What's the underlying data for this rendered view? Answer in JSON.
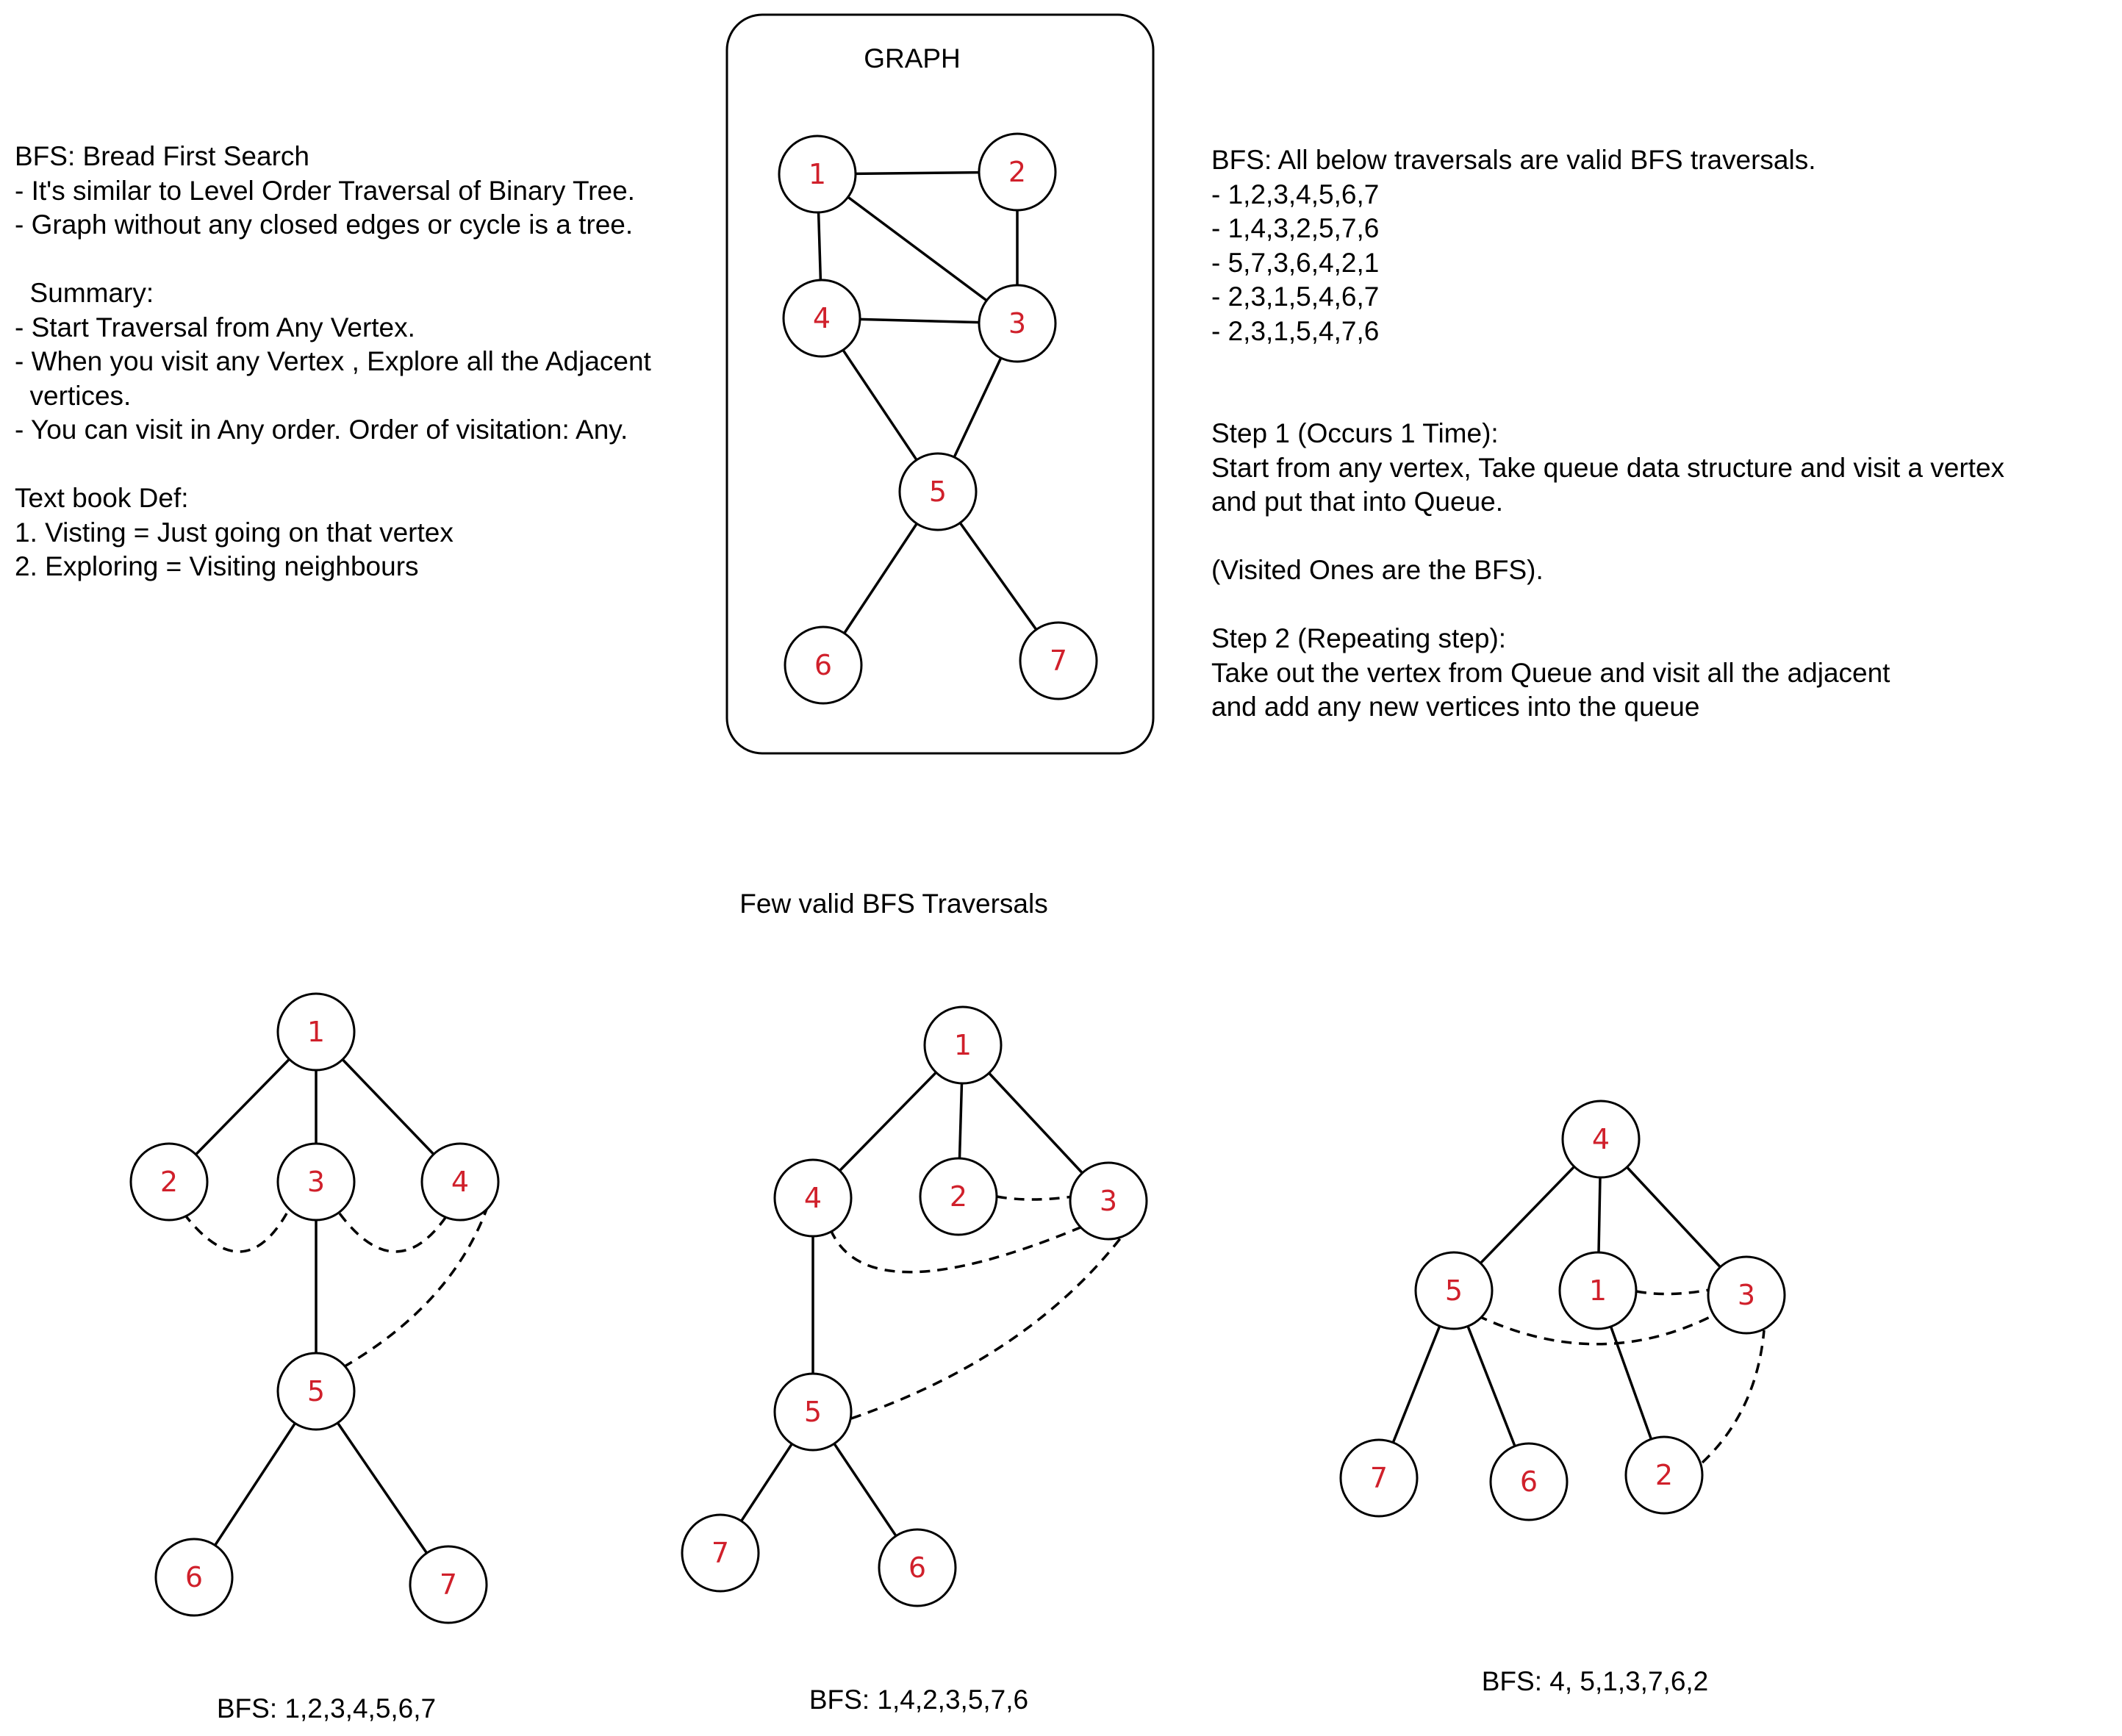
{
  "notes": {
    "left": [
      "BFS: Bread First Search",
      "- It's similar to Level Order Traversal of Binary Tree.",
      "- Graph without any closed edges or cycle is a tree.",
      "",
      "  Summary:",
      "- Start Traversal from Any Vertex.",
      "- When you visit any Vertex , Explore all the Adjacent",
      "  vertices.",
      "- You can visit in Any order. Order of visitation: Any.",
      "",
      "Text book Def:",
      "1. Visting = Just going on that vertex",
      "2. Exploring = Visiting neighbours"
    ],
    "right": [
      "BFS: All below traversals are valid BFS traversals.",
      "- 1,2,3,4,5,6,7",
      "- 1,4,3,2,5,7,6",
      "- 5,7,3,6,4,2,1",
      "- 2,3,1,5,4,6,7",
      "- 2,3,1,5,4,7,6",
      "",
      "",
      "Step 1 (Occurs 1 Time):",
      "Start from any vertex, Take queue data structure and visit a vertex",
      "and put that into Queue.",
      "",
      "(Visited Ones are the BFS).",
      "",
      "Step 2 (Repeating step):",
      "Take out the vertex from Queue and visit all the adjacent",
      "and add any new vertices into the queue"
    ]
  },
  "graph": {
    "title": "GRAPH",
    "nodes": [
      "1",
      "2",
      "3",
      "4",
      "5",
      "6",
      "7"
    ],
    "edges": [
      [
        "1",
        "2"
      ],
      [
        "1",
        "3"
      ],
      [
        "1",
        "4"
      ],
      [
        "2",
        "3"
      ],
      [
        "3",
        "4"
      ],
      [
        "3",
        "5"
      ],
      [
        "4",
        "5"
      ],
      [
        "5",
        "6"
      ],
      [
        "5",
        "7"
      ]
    ]
  },
  "traversals_heading": "Few valid BFS Traversals",
  "trees": [
    {
      "caption": "BFS: 1,2,3,4,5,6,7",
      "tree_edges": [
        [
          "1",
          "2"
        ],
        [
          "1",
          "3"
        ],
        [
          "1",
          "4"
        ],
        [
          "3",
          "5"
        ],
        [
          "5",
          "6"
        ],
        [
          "5",
          "7"
        ]
      ],
      "cross_edges": [
        [
          "2",
          "3"
        ],
        [
          "3",
          "4"
        ],
        [
          "4",
          "5"
        ]
      ]
    },
    {
      "caption": "BFS: 1,4,2,3,5,7,6",
      "tree_edges": [
        [
          "1",
          "4"
        ],
        [
          "1",
          "2"
        ],
        [
          "1",
          "3"
        ],
        [
          "4",
          "5"
        ],
        [
          "5",
          "7"
        ],
        [
          "5",
          "6"
        ]
      ],
      "cross_edges": [
        [
          "2",
          "3"
        ],
        [
          "4",
          "3"
        ],
        [
          "5",
          "3"
        ]
      ]
    },
    {
      "caption": "BFS: 4, 5,1,3,7,6,2",
      "tree_edges": [
        [
          "4",
          "5"
        ],
        [
          "4",
          "1"
        ],
        [
          "4",
          "3"
        ],
        [
          "5",
          "7"
        ],
        [
          "5",
          "6"
        ],
        [
          "1",
          "2"
        ]
      ],
      "cross_edges": [
        [
          "1",
          "3"
        ],
        [
          "5",
          "3"
        ],
        [
          "2",
          "3"
        ]
      ]
    }
  ],
  "colors": {
    "node_label": "#d0202b",
    "stroke": "#000000",
    "background": "#ffffff"
  }
}
